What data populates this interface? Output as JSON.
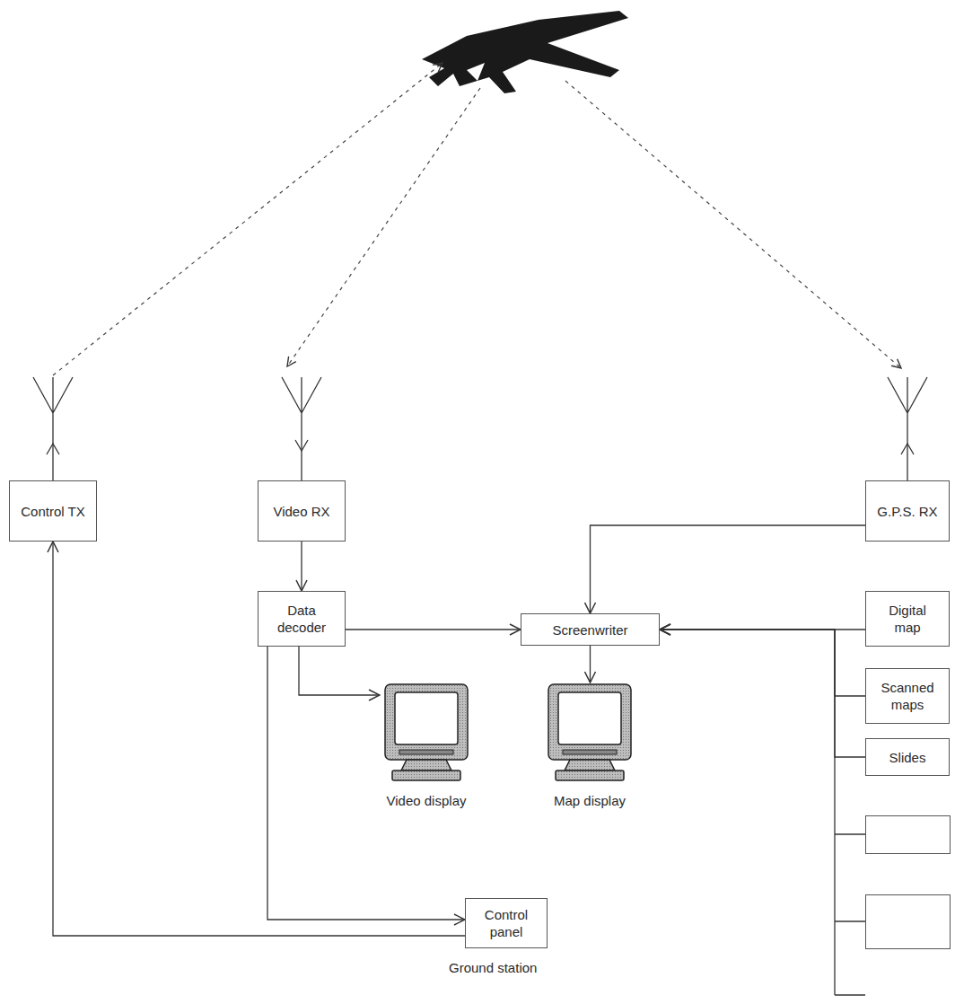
{
  "diagram": {
    "nodes": [
      {
        "text": [
          "Control TX"
        ]
      },
      {
        "text": [
          "Video RX"
        ]
      },
      {
        "text": [
          "G.P.S. RX"
        ]
      },
      {
        "text": [
          "Data decoder"
        ]
      },
      {
        "text": [
          "Screenwriter"
        ]
      },
      {
        "text": [
          "Digital map"
        ]
      },
      {
        "text": [
          "Scanned maps"
        ]
      },
      {
        "text": [
          "Slides"
        ]
      },
      {
        "text": [
          "Video display"
        ]
      },
      {
        "text": [
          "Map display"
        ]
      },
      {
        "text": [
          "Control panel"
        ]
      }
    ],
    "edges": [
      {
        "from": 1,
        "to": 3,
        "arrow": "to"
      },
      {
        "from": 3,
        "to": 4,
        "arrow": "to"
      },
      {
        "from": 2,
        "to": 4,
        "arrow": "to"
      },
      {
        "from": 5,
        "to": 4,
        "arrow": "to"
      },
      {
        "from": 6,
        "to": 4,
        "arrow": "to"
      },
      {
        "from": 7,
        "to": 4,
        "arrow": "to"
      },
      {
        "from": 3,
        "to": 8,
        "arrow": "to"
      },
      {
        "from": 4,
        "to": 9,
        "arrow": "to"
      },
      {
        "from": 3,
        "to": 10,
        "arrow": "to"
      },
      {
        "from": 10,
        "to": 0,
        "arrow": "to"
      }
    ],
    "labels": [
      "Ground station"
    ]
  }
}
